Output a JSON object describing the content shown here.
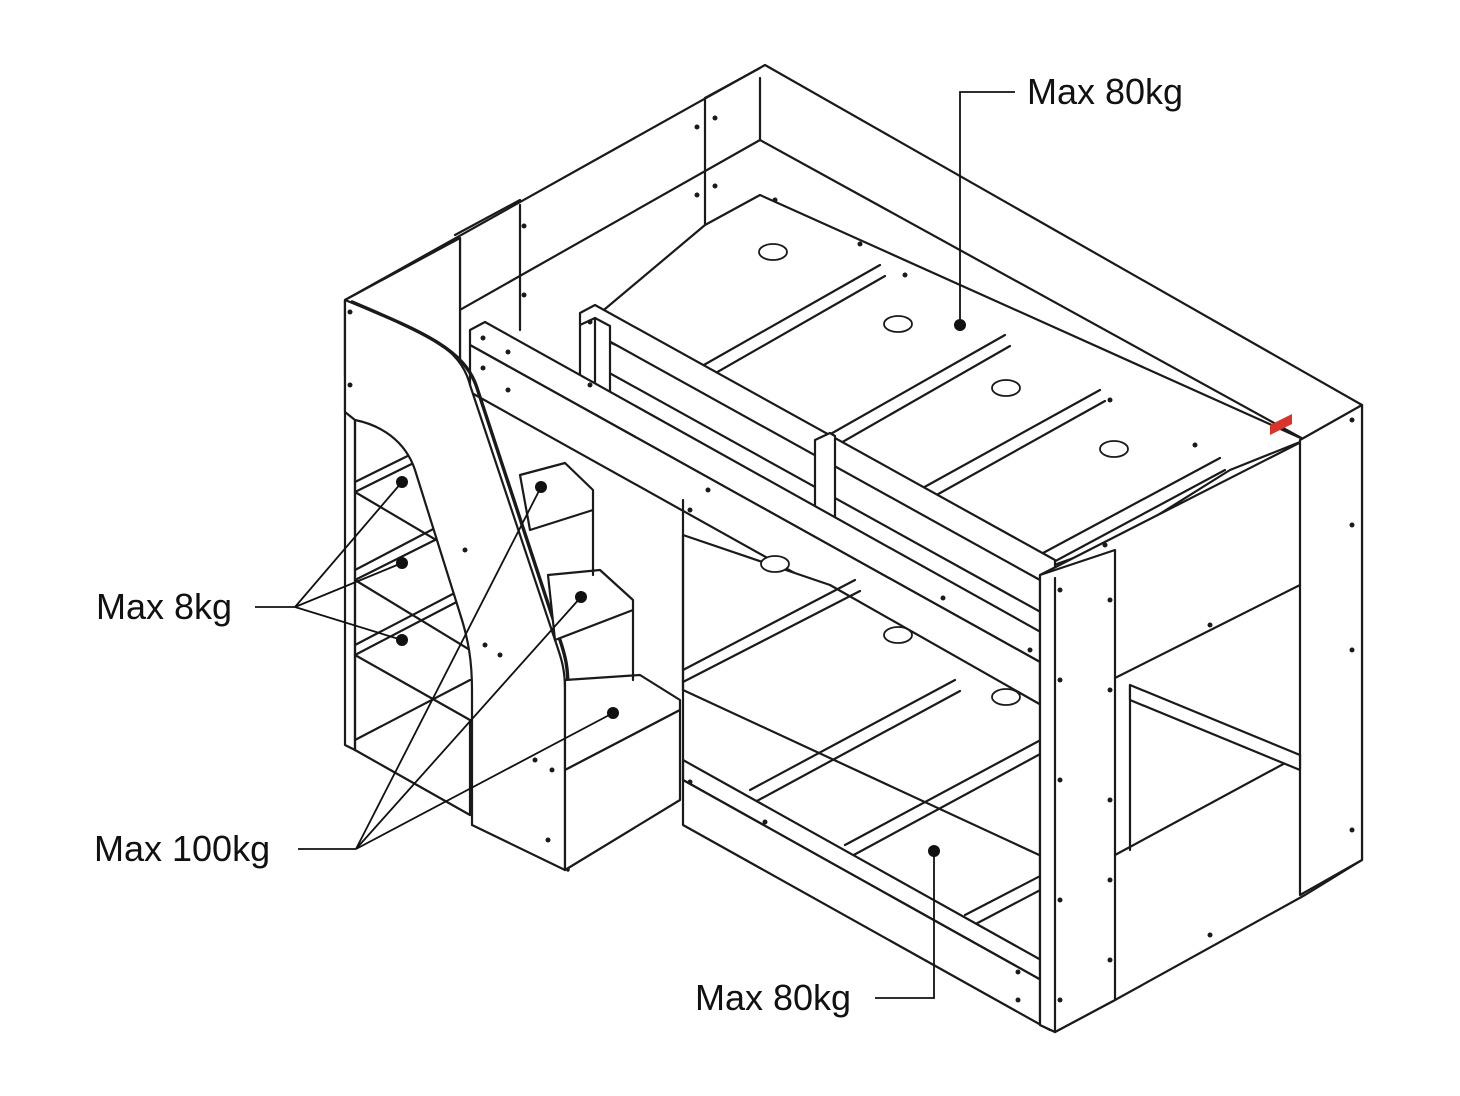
{
  "labels": {
    "top_bunk": "Max 80kg",
    "shelves": "Max 8kg",
    "steps": "Max 100kg",
    "bottom_bunk": "Max 80kg"
  },
  "colors": {
    "line": "#1a1a1a",
    "background": "#ffffff",
    "tag": "#d8342b"
  }
}
